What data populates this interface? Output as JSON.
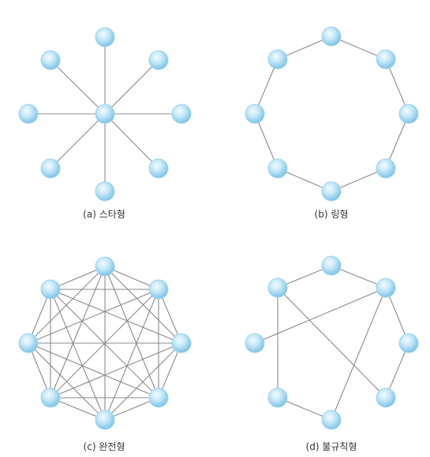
{
  "panels": [
    {
      "id": "star",
      "caption": "(a) 스타형"
    },
    {
      "id": "ring",
      "caption": "(b) 링형"
    },
    {
      "id": "complete",
      "caption": "(c) 완전형"
    },
    {
      "id": "irregular",
      "caption": "(d) 불규칙형"
    }
  ],
  "colors": {
    "node_light": "#e9f6fd",
    "node_mid": "#bfe4f6",
    "node_dark": "#8ccbea",
    "edge": "#8a8a8a"
  }
}
